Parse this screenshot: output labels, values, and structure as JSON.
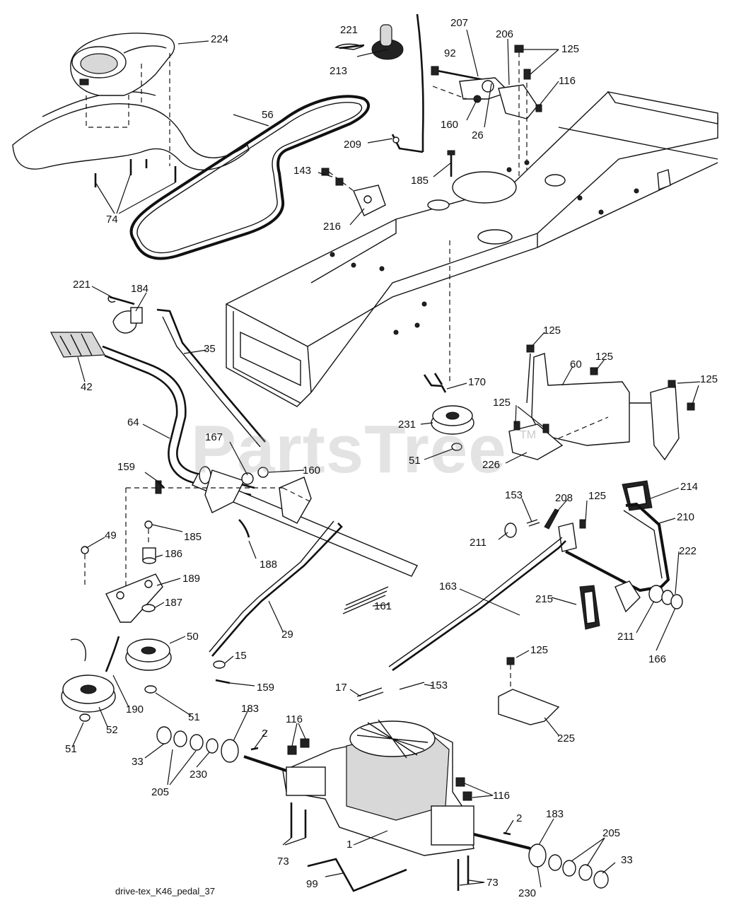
{
  "diagram": {
    "caption": "drive-tex_K46_pedal_37",
    "watermark": "PartsTree",
    "watermark_mark": "TM"
  },
  "labels": [
    {
      "id": "224",
      "text": "224"
    },
    {
      "id": "221a",
      "text": "221"
    },
    {
      "id": "213",
      "text": "213"
    },
    {
      "id": "207",
      "text": "207"
    },
    {
      "id": "92",
      "text": "92"
    },
    {
      "id": "206",
      "text": "206"
    },
    {
      "id": "125a",
      "text": "125"
    },
    {
      "id": "116a",
      "text": "116"
    },
    {
      "id": "160a",
      "text": "160"
    },
    {
      "id": "26",
      "text": "26"
    },
    {
      "id": "56",
      "text": "56"
    },
    {
      "id": "209",
      "text": "209"
    },
    {
      "id": "185a",
      "text": "185"
    },
    {
      "id": "143",
      "text": "143"
    },
    {
      "id": "216",
      "text": "216"
    },
    {
      "id": "74",
      "text": "74"
    },
    {
      "id": "221b",
      "text": "221"
    },
    {
      "id": "184",
      "text": "184"
    },
    {
      "id": "35",
      "text": "35"
    },
    {
      "id": "42",
      "text": "42"
    },
    {
      "id": "64",
      "text": "64"
    },
    {
      "id": "170",
      "text": "170"
    },
    {
      "id": "125b",
      "text": "125"
    },
    {
      "id": "60",
      "text": "60"
    },
    {
      "id": "125c",
      "text": "125"
    },
    {
      "id": "125d",
      "text": "125"
    },
    {
      "id": "125e",
      "text": "125"
    },
    {
      "id": "231",
      "text": "231"
    },
    {
      "id": "51a",
      "text": "51"
    },
    {
      "id": "226",
      "text": "226"
    },
    {
      "id": "167",
      "text": "167"
    },
    {
      "id": "160b",
      "text": "160"
    },
    {
      "id": "159a",
      "text": "159"
    },
    {
      "id": "214",
      "text": "214"
    },
    {
      "id": "153a",
      "text": "153"
    },
    {
      "id": "208",
      "text": "208"
    },
    {
      "id": "125f",
      "text": "125"
    },
    {
      "id": "210",
      "text": "210"
    },
    {
      "id": "211a",
      "text": "211"
    },
    {
      "id": "185b",
      "text": "185"
    },
    {
      "id": "49",
      "text": "49"
    },
    {
      "id": "186",
      "text": "186"
    },
    {
      "id": "188",
      "text": "188"
    },
    {
      "id": "189",
      "text": "189"
    },
    {
      "id": "163",
      "text": "163"
    },
    {
      "id": "222",
      "text": "222"
    },
    {
      "id": "187",
      "text": "187"
    },
    {
      "id": "161",
      "text": "161"
    },
    {
      "id": "215",
      "text": "215"
    },
    {
      "id": "211b",
      "text": "211"
    },
    {
      "id": "166",
      "text": "166"
    },
    {
      "id": "29",
      "text": "29"
    },
    {
      "id": "50",
      "text": "50"
    },
    {
      "id": "15",
      "text": "15"
    },
    {
      "id": "125g",
      "text": "125"
    },
    {
      "id": "159b",
      "text": "159"
    },
    {
      "id": "17",
      "text": "17"
    },
    {
      "id": "153b",
      "text": "153"
    },
    {
      "id": "190",
      "text": "190"
    },
    {
      "id": "51b",
      "text": "51"
    },
    {
      "id": "52",
      "text": "52"
    },
    {
      "id": "183a",
      "text": "183"
    },
    {
      "id": "2a",
      "text": "2"
    },
    {
      "id": "116b",
      "text": "116"
    },
    {
      "id": "225",
      "text": "225"
    },
    {
      "id": "51c",
      "text": "51"
    },
    {
      "id": "33a",
      "text": "33"
    },
    {
      "id": "205a",
      "text": "205"
    },
    {
      "id": "230a",
      "text": "230"
    },
    {
      "id": "116c",
      "text": "116"
    },
    {
      "id": "2b",
      "text": "2"
    },
    {
      "id": "183b",
      "text": "183"
    },
    {
      "id": "1",
      "text": "1"
    },
    {
      "id": "205b",
      "text": "205"
    },
    {
      "id": "73a",
      "text": "73"
    },
    {
      "id": "33b",
      "text": "33"
    },
    {
      "id": "99",
      "text": "99"
    },
    {
      "id": "73b",
      "text": "73"
    },
    {
      "id": "230b",
      "text": "230"
    }
  ]
}
